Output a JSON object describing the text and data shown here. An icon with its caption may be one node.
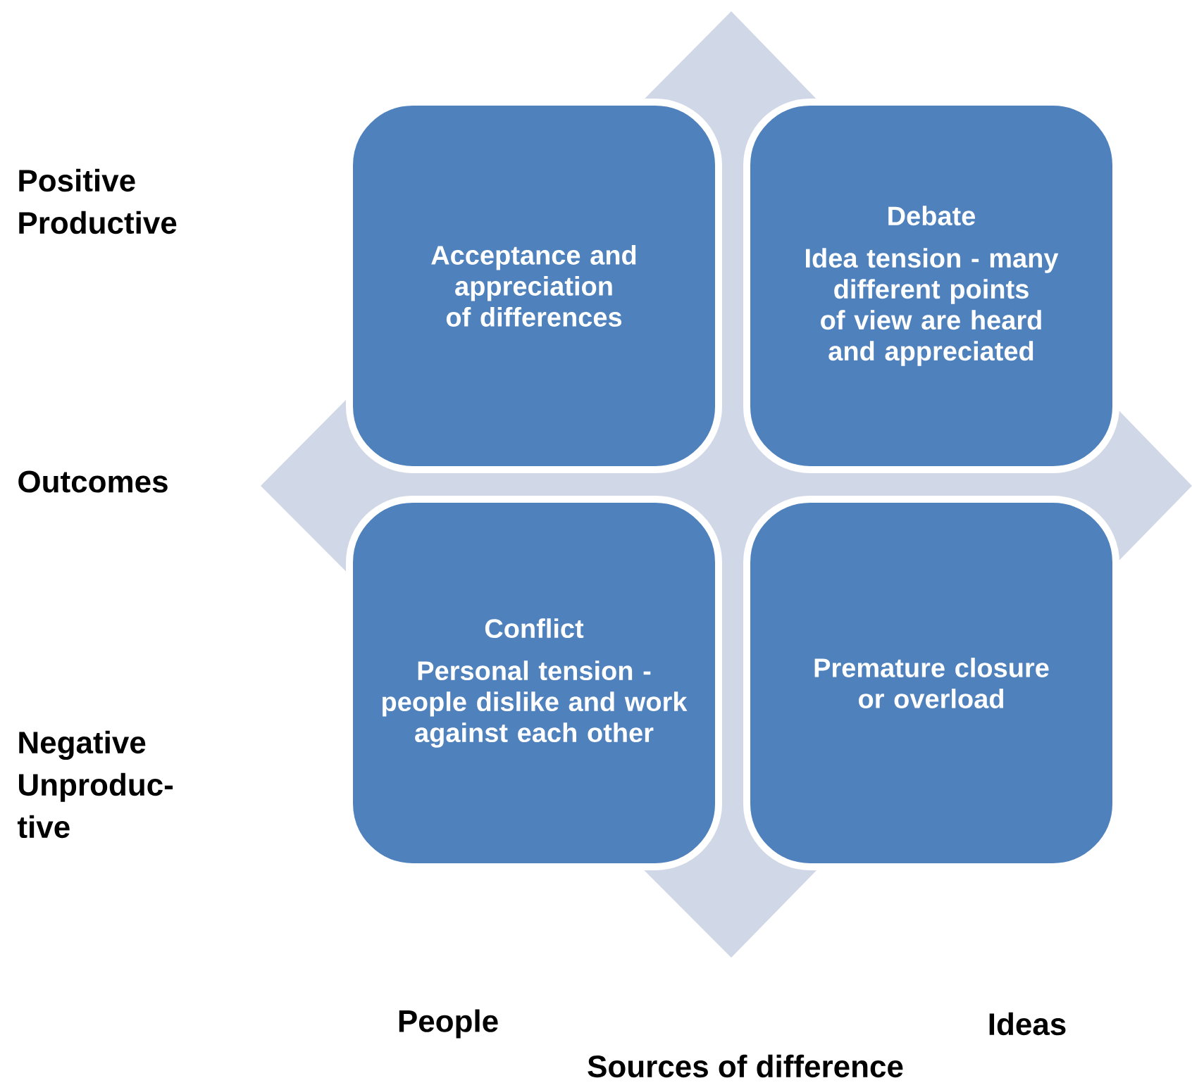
{
  "diagram": {
    "nodes": [
      {
        "text": [
          "Acceptance and appreciation of differences"
        ]
      },
      {
        "text": [
          "Debate",
          "Idea tension - many different points of view are heard and appreciated"
        ]
      },
      {
        "text": [
          "Conflict",
          "Personal tension - people dislike and work against each other"
        ]
      },
      {
        "text": [
          "Premature closure or overload"
        ]
      }
    ],
    "labels": [
      "Positive Productive",
      "Outcomes",
      "Negative Unproduc- tive",
      "People",
      "Ideas",
      "Sources of difference"
    ]
  }
}
